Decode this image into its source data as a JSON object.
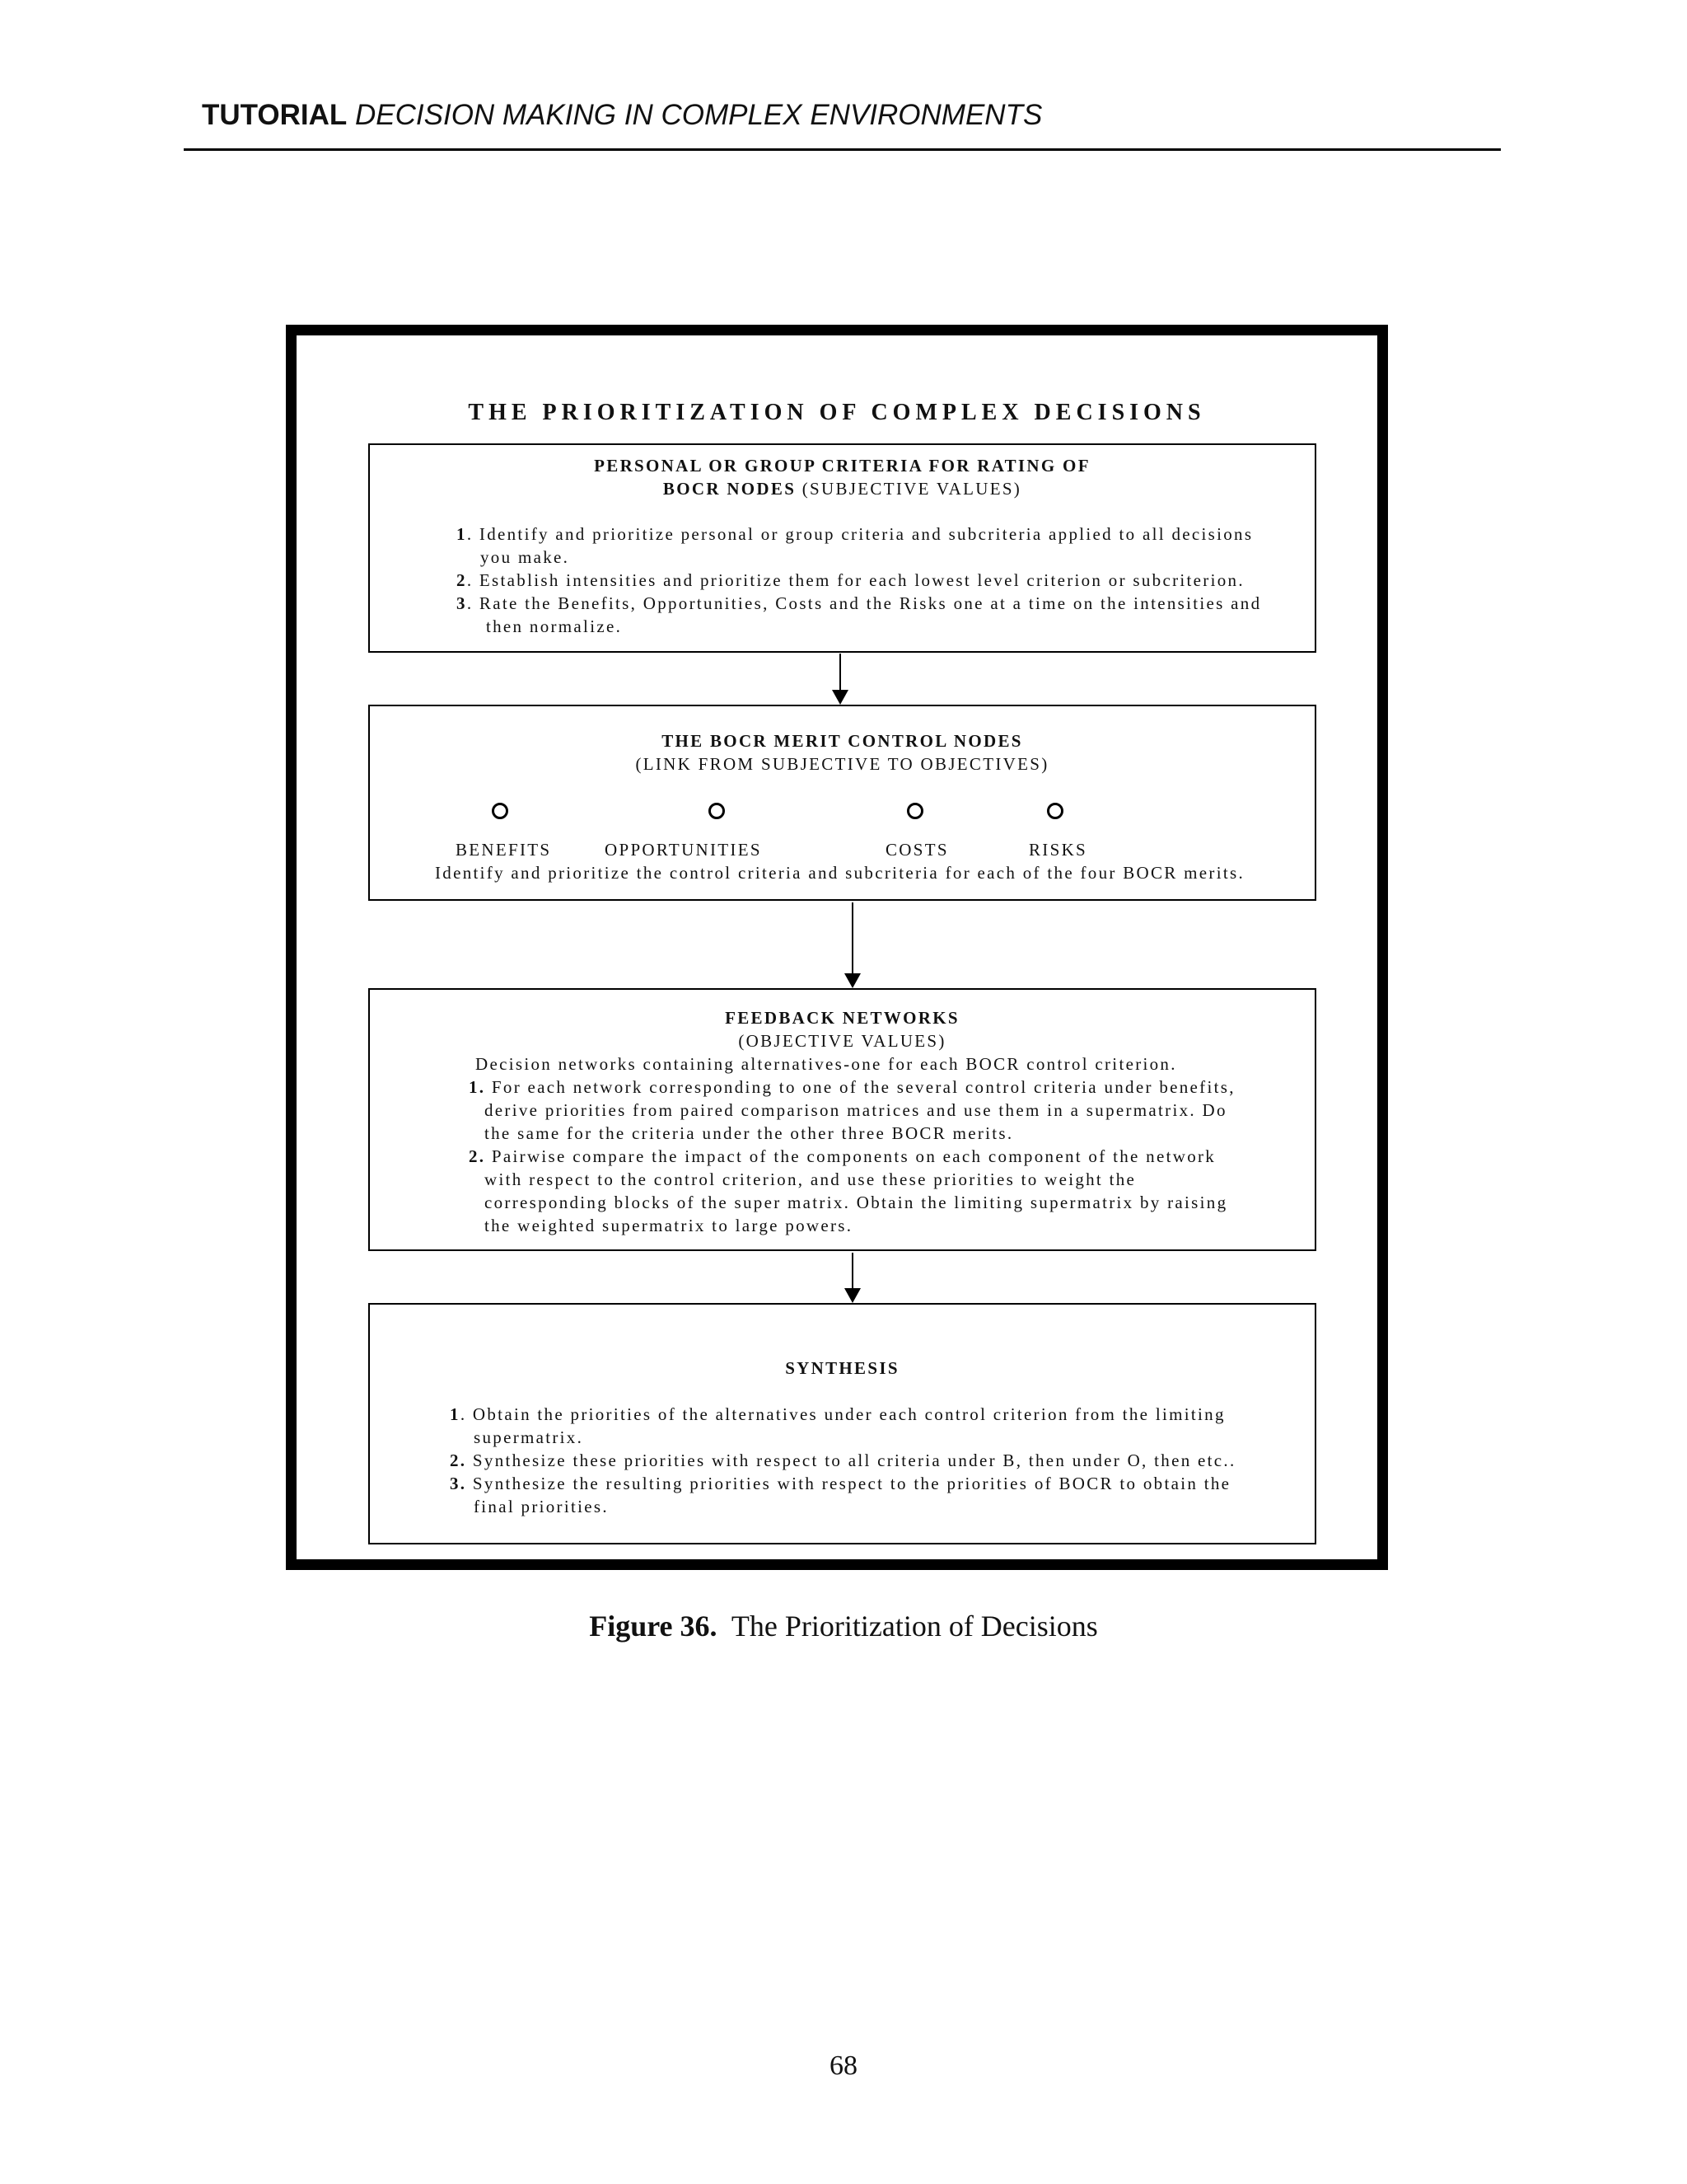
{
  "header": {
    "lead": "TUTORIAL",
    "rest": " DECISION MAKING IN COMPLEX ENVIRONMENTS"
  },
  "figure": {
    "title": "THE PRIORITIZATION OF COMPLEX DECISIONS",
    "personal": {
      "heading_line1": "PERSONAL  OR GROUP CRITERIA FOR RATING OF",
      "heading_line2_bold": "BOCR NODES",
      "heading_line2_rest": " (SUBJECTIVE VALUES)",
      "items": [
        {
          "num": "1",
          "lines": [
            "Identify and  prioritize personal or group criteria and subcriteria applied to all decisions",
            "you make."
          ]
        },
        {
          "num": "2",
          "lines": [
            "Establish intensities and prioritize them for each lowest level criterion or subcriterion."
          ]
        },
        {
          "num": "3",
          "lines": [
            "Rate the Benefits, Opportunities, Costs and the Risks one at a time on the intensities and",
            "then normalize."
          ]
        }
      ]
    },
    "bocr": {
      "heading_line1": "THE BOCR MERIT CONTROL NODES",
      "heading_line2": "(LINK FROM SUBJECTIVE TO OBJECTIVES)",
      "nodes": [
        "BENEFITS",
        "OPPORTUNITIES",
        "COSTS",
        "RISKS"
      ],
      "note": "Identify and prioritize the control criteria and subcriteria for each of the four BOCR  merits."
    },
    "feedback": {
      "heading_line1": "FEEDBACK NETWORKS",
      "heading_line2": "(OBJECTIVE VALUES)",
      "intro": "Decision networks containing alternatives-one for each BOCR control criterion.",
      "items": [
        {
          "num": "1.",
          "lines": [
            "For each network corresponding to one of the several control criteria under benefits,",
            "derive priorities from paired comparison matrices and use them in a supermatrix. Do",
            "the same for the criteria under the other three BOCR merits."
          ]
        },
        {
          "num": "2.",
          "lines": [
            "Pairwise compare the impact of the components on each component of the network",
            "with respect to the control criterion, and use these priorities to weight the",
            "corresponding blocks of the super matrix. Obtain the limiting supermatrix by raising",
            "the weighted supermatrix to large powers."
          ]
        }
      ]
    },
    "synthesis": {
      "heading": "SYNTHESIS",
      "items": [
        {
          "num": "1",
          "lines": [
            "Obtain  the  priorities of the alternatives under each control criterion from the limiting",
            "supermatrix."
          ]
        },
        {
          "num": "2.",
          "lines": [
            "Synthesize these priorities with respect to all criteria under B, then under O, then etc.."
          ]
        },
        {
          "num": "3.",
          "lines": [
            "Synthesize the resulting priorities with respect to the priorities of  BOCR to obtain the",
            "final priorities."
          ]
        }
      ]
    }
  },
  "caption": {
    "lead": "Figure 36.",
    "rest": "  The Prioritization of Decisions"
  },
  "page_number": "68"
}
